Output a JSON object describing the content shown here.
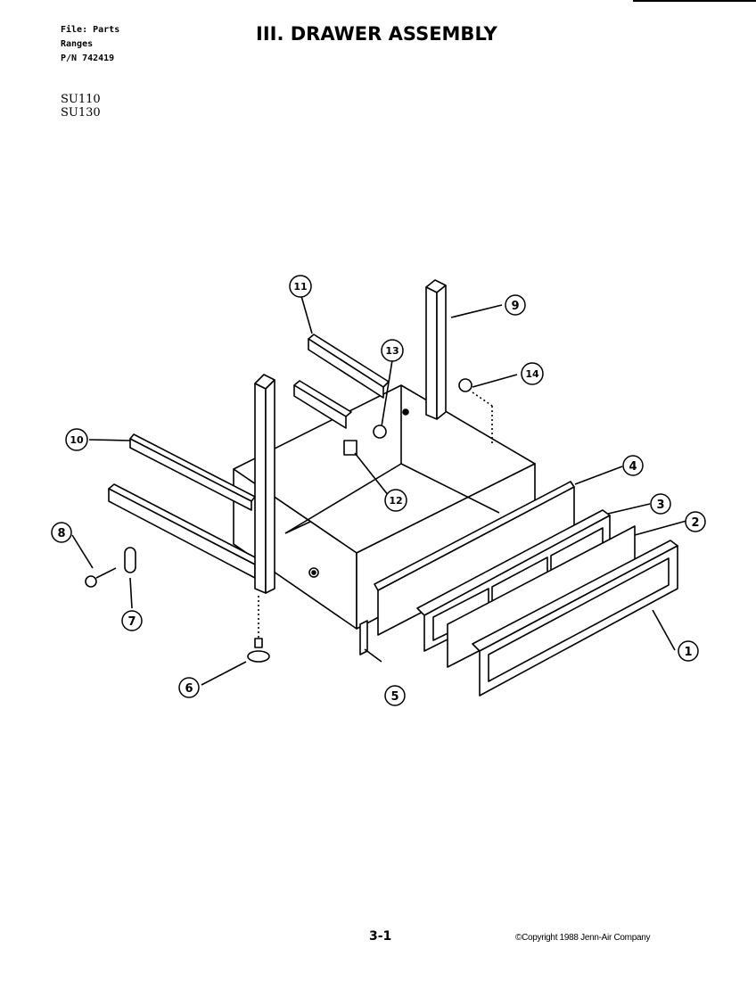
{
  "header": {
    "file_line": "File: Parts",
    "category_line": "Ranges",
    "part_number_line": "P/N 742419",
    "title": "III. DRAWER ASSEMBLY"
  },
  "models": [
    "SU110",
    "SU130"
  ],
  "callouts": [
    "1",
    "2",
    "3",
    "4",
    "5",
    "6",
    "7",
    "8",
    "9",
    "10",
    "11",
    "12",
    "13",
    "14"
  ],
  "footer": {
    "page_number": "3-1",
    "copyright": "©Copyright 1988 Jenn-Air Company"
  }
}
